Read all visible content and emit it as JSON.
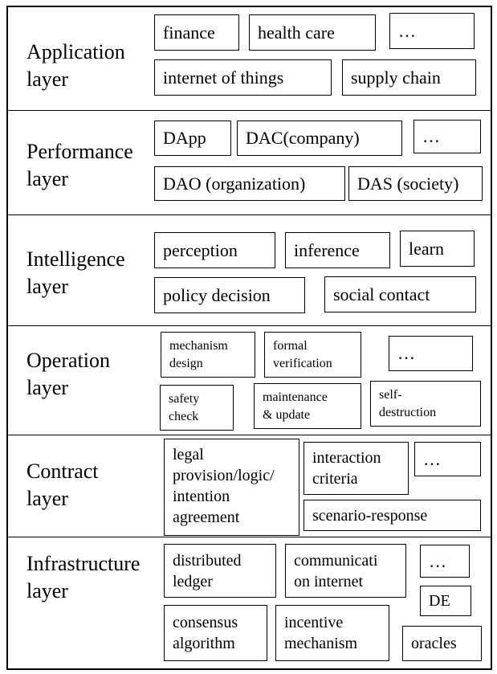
{
  "layers": [
    {
      "name": "Application\nlayer",
      "items": [
        "finance",
        "health care",
        "…",
        "internet of things",
        "supply chain"
      ]
    },
    {
      "name": "Performance\nlayer",
      "items": [
        "DApp",
        "DAC(company)",
        "…",
        "DAO (organization)",
        "DAS (society)"
      ]
    },
    {
      "name": "Intelligence\nlayer",
      "items": [
        "perception",
        "inference",
        "learn",
        "policy decision",
        "social contact"
      ]
    },
    {
      "name": "Operation\nlayer",
      "items": [
        "mechanism\ndesign",
        "formal\nverification",
        "…",
        "safety\ncheck",
        "maintenance\n& update",
        "self-\ndestruction"
      ]
    },
    {
      "name": "Contract\nlayer",
      "items": [
        "legal\nprovision/logic/\nintention\nagreement",
        "interaction\ncriteria",
        "…",
        "scenario-response"
      ]
    },
    {
      "name": "Infrastructure\nlayer",
      "items": [
        "distributed\nledger",
        "communicati\non internet",
        "…",
        "DE",
        "consensus\nalgorithm",
        "incentive\nmechanism",
        "oracles"
      ]
    }
  ]
}
